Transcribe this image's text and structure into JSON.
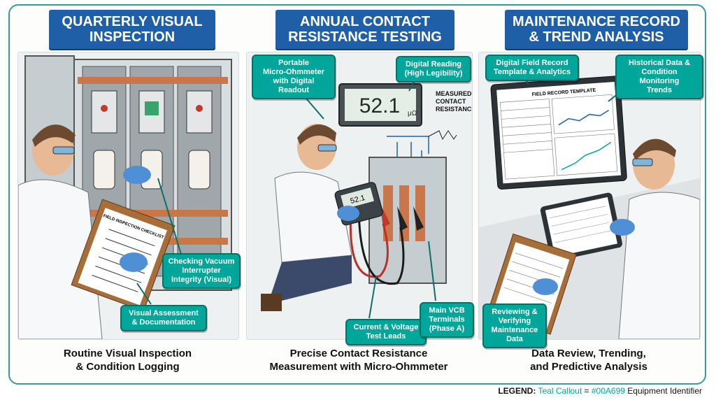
{
  "panels": [
    {
      "title_line1": "QUARTERLY VISUAL",
      "title_line2": "INSPECTION",
      "caption_line1": "Routine Visual Inspection",
      "caption_line2": "& Condition Logging",
      "checklist_title": "FIELD INSPECTION CHECKLIST",
      "callouts": [
        {
          "line1": "Checking Vacuum",
          "line2": "Interrupter",
          "line3": "Integrity (Visual)"
        },
        {
          "line1": "Visual Assessment",
          "line2": "& Documentation"
        }
      ]
    },
    {
      "title_line1": "ANNUAL CONTACT",
      "title_line2": "RESISTANCE TESTING",
      "caption_line1": "Precise Contact Resistance",
      "caption_line2": "Measurement with Micro-Ohmmeter",
      "meter_reading": "52.1",
      "meter_unit": "μΩ",
      "handheld_reading": "52.1",
      "measured_label_line1": "MEASURED",
      "measured_label_line2": "CONTACT",
      "measured_label_line3": "RESISTANCE",
      "callouts": [
        {
          "line1": "Portable",
          "line2": "Micro-Ohmmeter",
          "line3": "with Digital Readout"
        },
        {
          "line1": "Digital Reading",
          "line2": "(High Legibility)"
        },
        {
          "line1": "Current & Voltage",
          "line2": "Test Leads"
        },
        {
          "line1": "Main VCB",
          "line2": "Terminals",
          "line3": "(Phase A)"
        }
      ]
    },
    {
      "title_line1": "MAINTENANCE RECORD",
      "title_line2": "& TREND ANALYSIS",
      "caption_line1": "Data Review, Trending,",
      "caption_line2": "and Predictive Analysis",
      "monitor_title": "FIELD RECORD TEMPLATE",
      "callouts": [
        {
          "line1": "Digital Field Record",
          "line2": "Template & Analytics"
        },
        {
          "line1": "Historical Data &",
          "line2": "Condition Monitoring",
          "line3": "Trends"
        },
        {
          "line1": "Reviewing &",
          "line2": "Verifying",
          "line3": "Maintenance",
          "line4": "Data"
        }
      ]
    }
  ],
  "legend": {
    "label": "LEGEND:",
    "item": "Teal Callout",
    "equals": "=",
    "code": "#00A699",
    "meaning": "Equipment Identifier"
  },
  "colors": {
    "title_bg": "#1f5fa8",
    "callout": "#00a699",
    "frame": "#3a9a9a",
    "copper": "#c9764a"
  }
}
